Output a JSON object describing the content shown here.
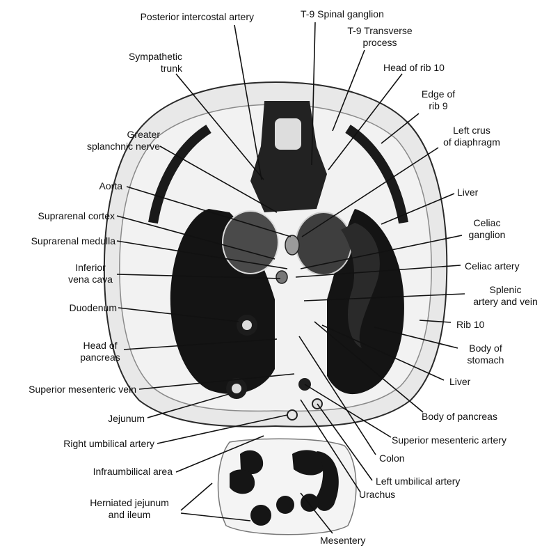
{
  "colors": {
    "ink": "#111111",
    "tissue_light": "#e6e6e6",
    "tissue_mid": "#9a9a9a",
    "tissue_dark": "#141414",
    "outline": "#2a2a2a"
  },
  "labels": {
    "posterior_intercostal_artery": "Posterior intercostal artery",
    "t9_spinal_ganglion": "T-9 Spinal ganglion",
    "t9_transverse_process": "T-9 Transverse\nprocess",
    "sympathetic_trunk": "Sympathetic\ntrunk",
    "head_of_rib_10": "Head of rib 10",
    "edge_of_rib_9": "Edge of\nrib 9",
    "greater_splanchnic_nerve": "Greater\nsplanchnic nerve",
    "left_crus_of_diaphragm": "Left crus\nof diaphragm",
    "aorta": "Aorta",
    "liver_upper": "Liver",
    "suprarenal_cortex": "Suprarenal cortex",
    "celiac_ganglion": "Celiac\nganglion",
    "suprarenal_medulla": "Suprarenal medulla",
    "inferior_vena_cava": "Inferior\nvena cava",
    "celiac_artery": "Celiac artery",
    "splenic_artery_and_vein": "Splenic\nartery and vein",
    "duodenum": "Duodenum",
    "rib_10": "Rib 10",
    "head_of_pancreas": "Head of\npancreas",
    "body_of_stomach": "Body of\nstomach",
    "liver_lower": "Liver",
    "superior_mesenteric_vein": "Superior mesenteric vein",
    "jejunum": "Jejunum",
    "body_of_pancreas": "Body of pancreas",
    "right_umbilical_artery": "Right umbilical artery",
    "superior_mesenteric_artery": "Superior mesenteric artery",
    "colon": "Colon",
    "infraumbilical_area": "Infraumbilical area",
    "left_umbilical_artery": "Left umbilical artery",
    "urachus": "Urachus",
    "herniated_jejunum_and_ileum": "Herniated jejunum\nand ileum",
    "mesentery": "Mesentery"
  }
}
